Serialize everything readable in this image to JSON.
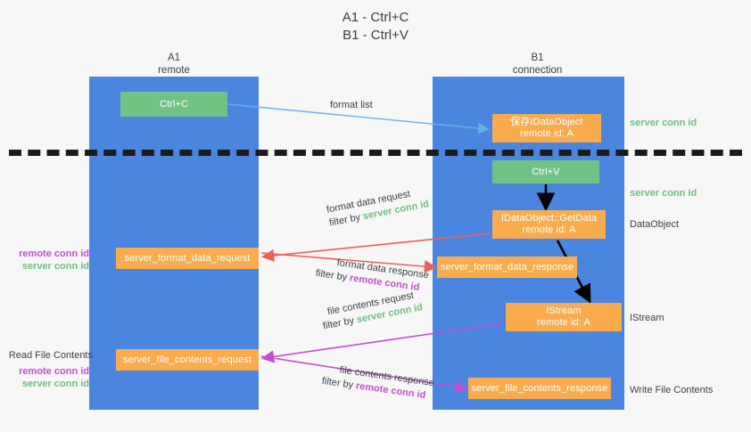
{
  "title": {
    "line1": "A1 - Ctrl+C",
    "line2": "B1 - Ctrl+V"
  },
  "colors": {
    "lane": "#4a86df",
    "green_node": "#72c285",
    "orange_node": "#f9ab4e",
    "server_conn_id": "#6dbf7f",
    "remote_conn_id": "#c14fd0",
    "arrow_blue": "#63b3e8",
    "arrow_red": "#e8615a",
    "arrow_magenta": "#c14fd0",
    "arrow_black": "#000000",
    "divider": "#1b1b1b",
    "background": "#f7f7f7"
  },
  "lanes": [
    {
      "name": "A1",
      "sub": "remote"
    },
    {
      "name": "B1",
      "sub": "connection"
    }
  ],
  "nodes": [
    {
      "id": "ctrl-c",
      "lane": "A1",
      "kind": "green",
      "line1": "Ctrl+C"
    },
    {
      "id": "idataobject",
      "lane": "B1",
      "kind": "orange",
      "line1": "保存IDataObject",
      "line2": "remote id: A"
    },
    {
      "id": "ctrl-v",
      "lane": "B1",
      "kind": "green",
      "line1": "Ctrl+V"
    },
    {
      "id": "idataobject-getdata",
      "lane": "B1",
      "kind": "orange",
      "line1": "IDataObject::GetData",
      "line2": "remote id: A"
    },
    {
      "id": "server-format-data-request",
      "lane": "A1",
      "kind": "orange",
      "line1": "server_format_data_request"
    },
    {
      "id": "server-format-data-response",
      "lane": "B1",
      "kind": "orange",
      "line1": "server_format_data_response"
    },
    {
      "id": "istream",
      "lane": "B1",
      "kind": "orange",
      "line1": "IStream",
      "line2": "remote id: A"
    },
    {
      "id": "server-file-contents-request",
      "lane": "A1",
      "kind": "orange",
      "line1": "server_file_contents_request"
    },
    {
      "id": "server-file-contents-response",
      "lane": "B1",
      "kind": "orange",
      "line1": "server_file_contents_response"
    }
  ],
  "edge_labels": {
    "format_list": "format list",
    "format_data_request": "format data request",
    "format_data_response": "format data response",
    "file_contents_request": "file contents request",
    "file_contents_response": "file contents response",
    "filter_by": "filter by ",
    "server_conn_id": "server conn id",
    "remote_conn_id": "remote conn id"
  },
  "annotations": {
    "server_conn_id_top": "server conn id",
    "server_conn_id_mid": "server conn id",
    "data_object": "DataObject",
    "istream": "IStream",
    "write_file_contents": "Write File Contents",
    "read_file_contents": "Read File Contents",
    "remote_conn_id": "remote conn id",
    "server_conn_id": "server conn id"
  }
}
